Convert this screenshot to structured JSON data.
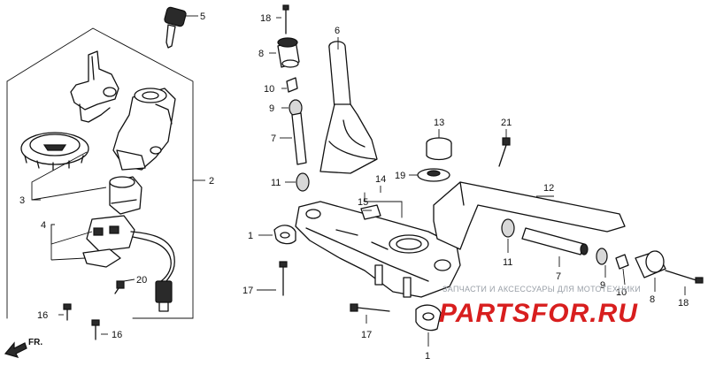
{
  "callouts": {
    "c1a": "1",
    "c1b": "1",
    "c2": "2",
    "c3": "3",
    "c4": "4",
    "c5": "5",
    "c6": "6",
    "c7a": "7",
    "c7b": "7",
    "c8a": "8",
    "c8b": "8",
    "c9a": "9",
    "c9b": "9",
    "c10a": "10",
    "c10b": "10",
    "c11a": "11",
    "c11b": "11",
    "c12": "12",
    "c13": "13",
    "c14": "14",
    "c15": "15",
    "c16a": "16",
    "c16b": "16",
    "c17a": "17",
    "c17b": "17",
    "c18a": "18",
    "c18b": "18",
    "c19": "19",
    "c20": "20",
    "c21": "21"
  },
  "direction_label": "FR.",
  "watermark": {
    "caption": "ЗАПЧАСТИ И АКСЕССУАРЫ ДЛЯ МОТОТЕХНИКИ",
    "logo": "PARTSFOR.RU"
  },
  "colors": {
    "line": "#111111",
    "watermark_logo": "#d81e1e",
    "watermark_caption": "#9aa0a8"
  }
}
